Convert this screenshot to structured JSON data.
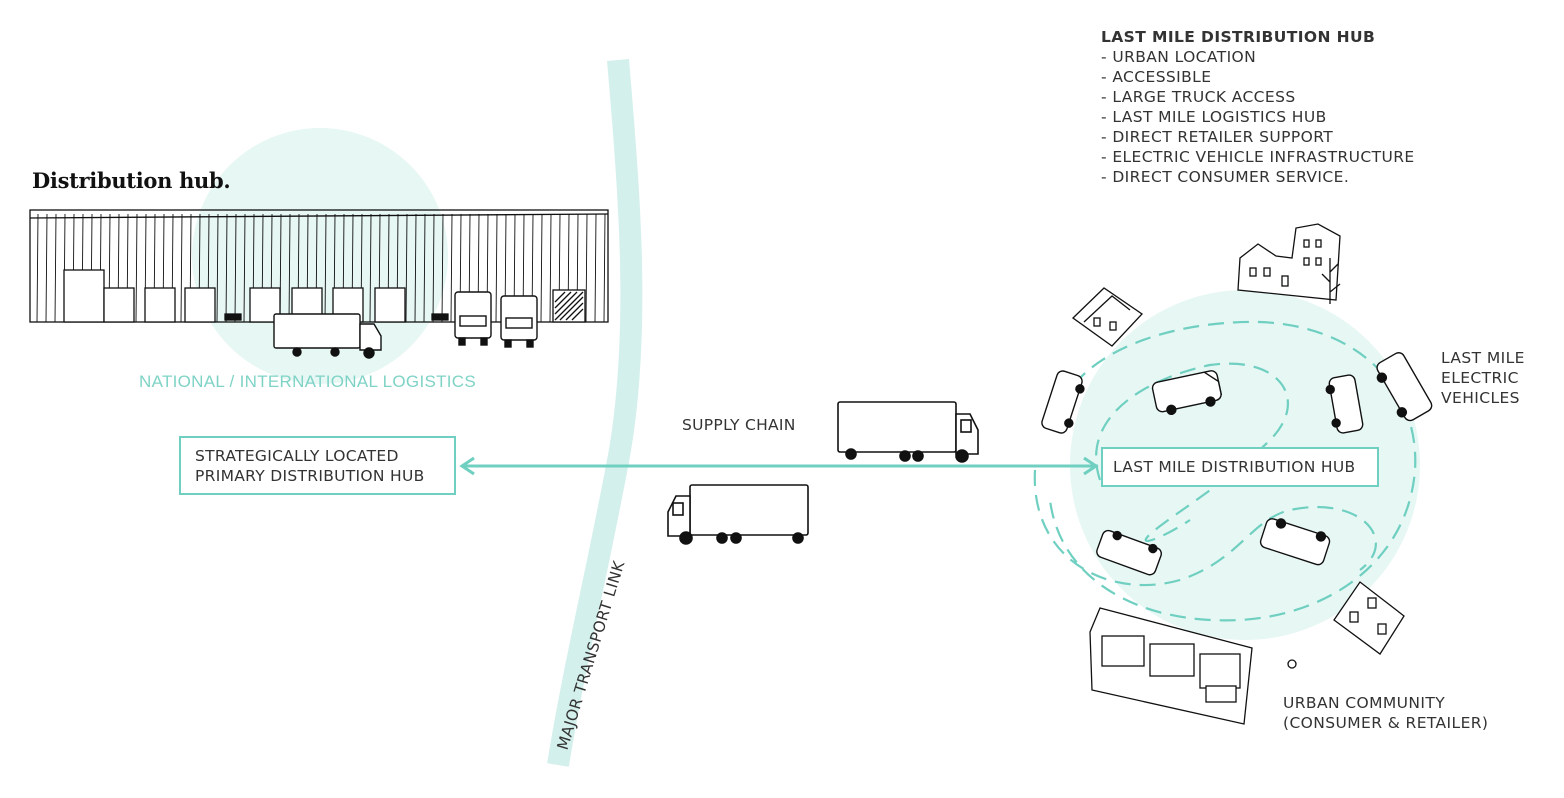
{
  "diagram": {
    "left_hub": {
      "title": "Distribution hub.",
      "caption": "NATIONAL / INTERNATIONAL LOGISTICS",
      "box_lines": [
        "STRATEGICALLY LOCATED",
        "PRIMARY DISTRIBUTION HUB"
      ]
    },
    "link": {
      "label": "SUPPLY CHAIN",
      "transport_label": "MAJOR TRANSPORT LINK"
    },
    "right_hub": {
      "box_label": "LAST MILE DISTRIBUTION HUB",
      "features_title": "LAST MILE DISTRIBUTION HUB",
      "features": [
        "- URBAN LOCATION",
        "- ACCESSIBLE",
        "- LARGE TRUCK ACCESS",
        "- LAST MILE LOGISTICS HUB",
        "- DIRECT RETAILER SUPPORT",
        "- ELECTRIC VEHICLE INFRASTRUCTURE",
        "- DIRECT CONSUMER SERVICE."
      ],
      "ev_lines": [
        "LAST MILE",
        "ELECTRIC",
        "VEHICLES"
      ],
      "community_lines": [
        "URBAN COMMUNITY",
        "(CONSUMER & RETAILER)"
      ]
    },
    "colors": {
      "teal": "#6fcfc0",
      "teal_light": "#e6f7f4",
      "ink": "#111111"
    }
  }
}
